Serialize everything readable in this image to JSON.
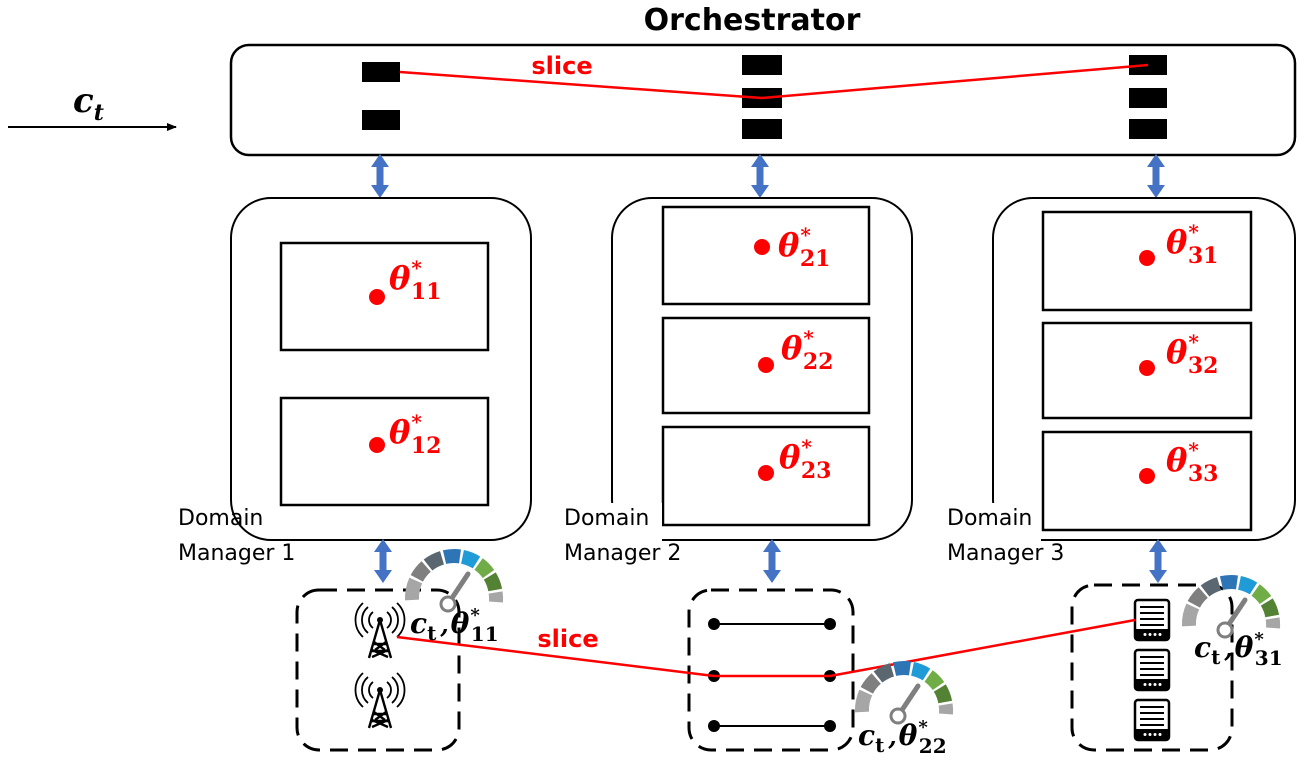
{
  "title": "Orchestrator",
  "slice_label_top": "slice",
  "slice_label_bottom": "slice",
  "input_label": {
    "main": "c",
    "sub": "t"
  },
  "domain_managers": [
    {
      "line1": "Domain",
      "line2": "Manager 1",
      "params": [
        {
          "sym": "θ",
          "sup": "*",
          "sub": "11"
        },
        {
          "sym": "θ",
          "sup": "*",
          "sub": "12"
        }
      ]
    },
    {
      "line1": "Domain",
      "line2": "Manager 2",
      "params": [
        {
          "sym": "θ",
          "sup": "*",
          "sub": "21"
        },
        {
          "sym": "θ",
          "sup": "*",
          "sub": "22"
        },
        {
          "sym": "θ",
          "sup": "*",
          "sub": "23"
        }
      ]
    },
    {
      "line1": "Domain",
      "line2": "Manager 3",
      "params": [
        {
          "sym": "θ",
          "sup": "*",
          "sub": "31"
        },
        {
          "sym": "θ",
          "sup": "*",
          "sub": "32"
        },
        {
          "sym": "θ",
          "sup": "*",
          "sub": "33"
        }
      ]
    }
  ],
  "gauges": [
    {
      "c": "c",
      "c_sub": "t",
      "comma": ",",
      "theta": "θ",
      "theta_sup": "*",
      "theta_sub": "11"
    },
    {
      "c": "c",
      "c_sub": "t",
      "comma": ",",
      "theta": "θ",
      "theta_sup": "*",
      "theta_sub": "22"
    },
    {
      "c": "c",
      "c_sub": "t",
      "comma": ",",
      "theta": "θ",
      "theta_sup": "*",
      "theta_sub": "31"
    }
  ],
  "colors": {
    "slice": "#ff0000",
    "arrow": "#4472c4",
    "gauge_segments": [
      "#a6a6a6",
      "#7f7f7f",
      "#5b6770",
      "#2e75b6",
      "#1f9bd7",
      "#70ad47",
      "#548235",
      "#a6a6a6"
    ]
  },
  "icons": [
    "antenna-tower-icon",
    "switch-link-icon",
    "server-rack-icon",
    "gauge-icon",
    "bidirectional-arrow-icon"
  ]
}
